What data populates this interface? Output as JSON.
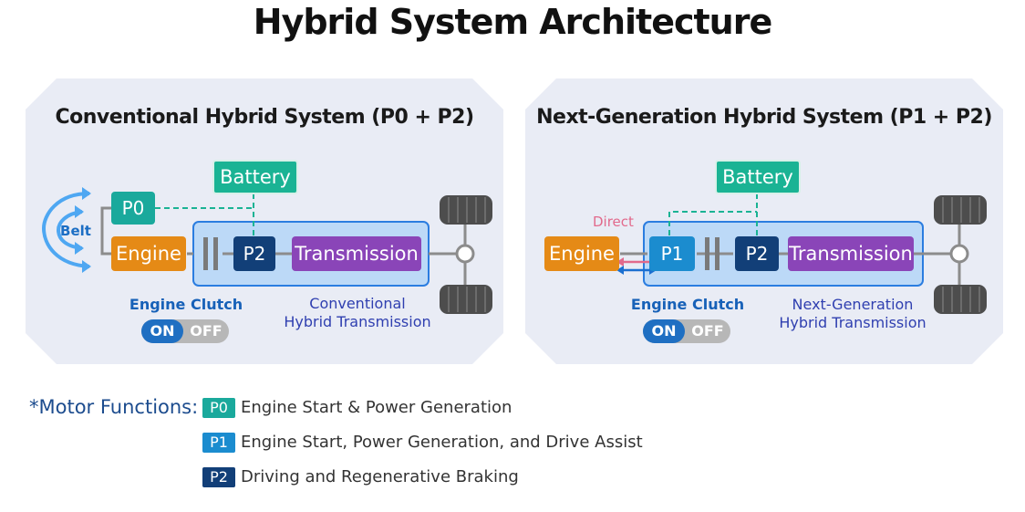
{
  "title": "Hybrid System Architecture",
  "colors": {
    "panel": "#e9ecf5",
    "battery": "#1ab394",
    "p0": "#1aa99c",
    "p1": "#1b8ccf",
    "p2": "#123f78",
    "engine": "#e58a16",
    "transmission": "#8a45b8",
    "transmission_housing": "#bcd9f7",
    "direct": "#e26a8c"
  },
  "left": {
    "title": "Conventional Hybrid System (P0 + P2)",
    "battery": "Battery",
    "p0": "P0",
    "belt": "Belt",
    "engine": "Engine",
    "p2": "P2",
    "transmission": "Transmission",
    "clutch_label": "Engine Clutch",
    "toggle_on": "ON",
    "toggle_off": "OFF",
    "transmission_label_1": "Conventional",
    "transmission_label_2": "Hybrid Transmission"
  },
  "right": {
    "title": "Next-Generation Hybrid System (P1 + P2)",
    "battery": "Battery",
    "direct": "Direct",
    "engine": "Engine",
    "p1": "P1",
    "p2": "P2",
    "transmission": "Transmission",
    "clutch_label": "Engine Clutch",
    "toggle_on": "ON",
    "toggle_off": "OFF",
    "transmission_label_1": "Next-Generation",
    "transmission_label_2": "Hybrid Transmission"
  },
  "legend": {
    "heading": "*Motor Functions:",
    "items": [
      {
        "badge": "P0",
        "text": "Engine Start & Power Generation"
      },
      {
        "badge": "P1",
        "text": "Engine Start, Power Generation, and Drive Assist"
      },
      {
        "badge": "P2",
        "text": "Driving and Regenerative Braking"
      }
    ]
  }
}
